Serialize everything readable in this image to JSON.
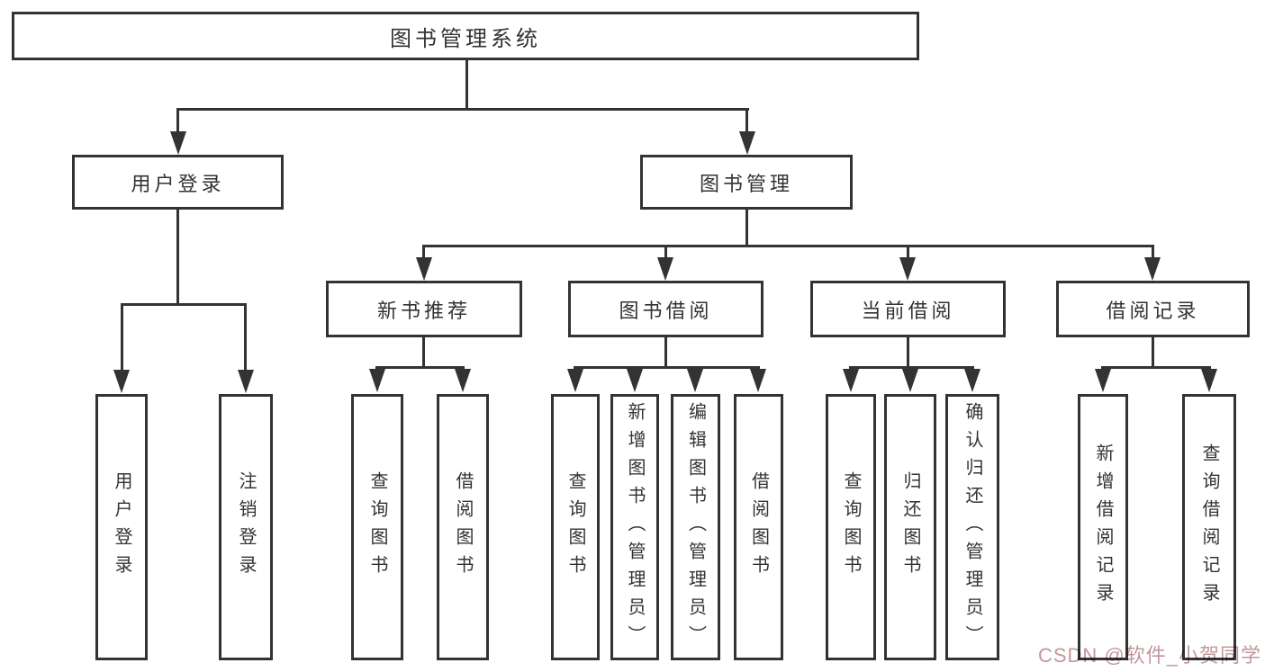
{
  "diagram": {
    "root": {
      "label": "图书管理系统"
    },
    "level2": [
      {
        "label": "用户登录"
      },
      {
        "label": "图书管理"
      }
    ],
    "level3": [
      {
        "label": "新书推荐"
      },
      {
        "label": "图书借阅"
      },
      {
        "label": "当前借阅"
      },
      {
        "label": "借阅记录"
      }
    ],
    "leaves": [
      {
        "label": "用户登录"
      },
      {
        "label": "注销登录"
      },
      {
        "label": "查询图书"
      },
      {
        "label": "借阅图书"
      },
      {
        "label": "查询图书"
      },
      {
        "label": "新增图书（管理员）"
      },
      {
        "label": "编辑图书（管理员）"
      },
      {
        "label": "借阅图书"
      },
      {
        "label": "查询图书"
      },
      {
        "label": "归还图书"
      },
      {
        "label": "确认归还（管理员）"
      },
      {
        "label": "新增借阅记录"
      },
      {
        "label": "查询借阅记录"
      }
    ]
  },
  "watermark": {
    "text": "CSDN @软件_小贺同学"
  },
  "colors": {
    "line": "#333333",
    "box_border": "#333333",
    "text": "#333333",
    "background": "#ffffff",
    "watermark": "#c2989c"
  }
}
